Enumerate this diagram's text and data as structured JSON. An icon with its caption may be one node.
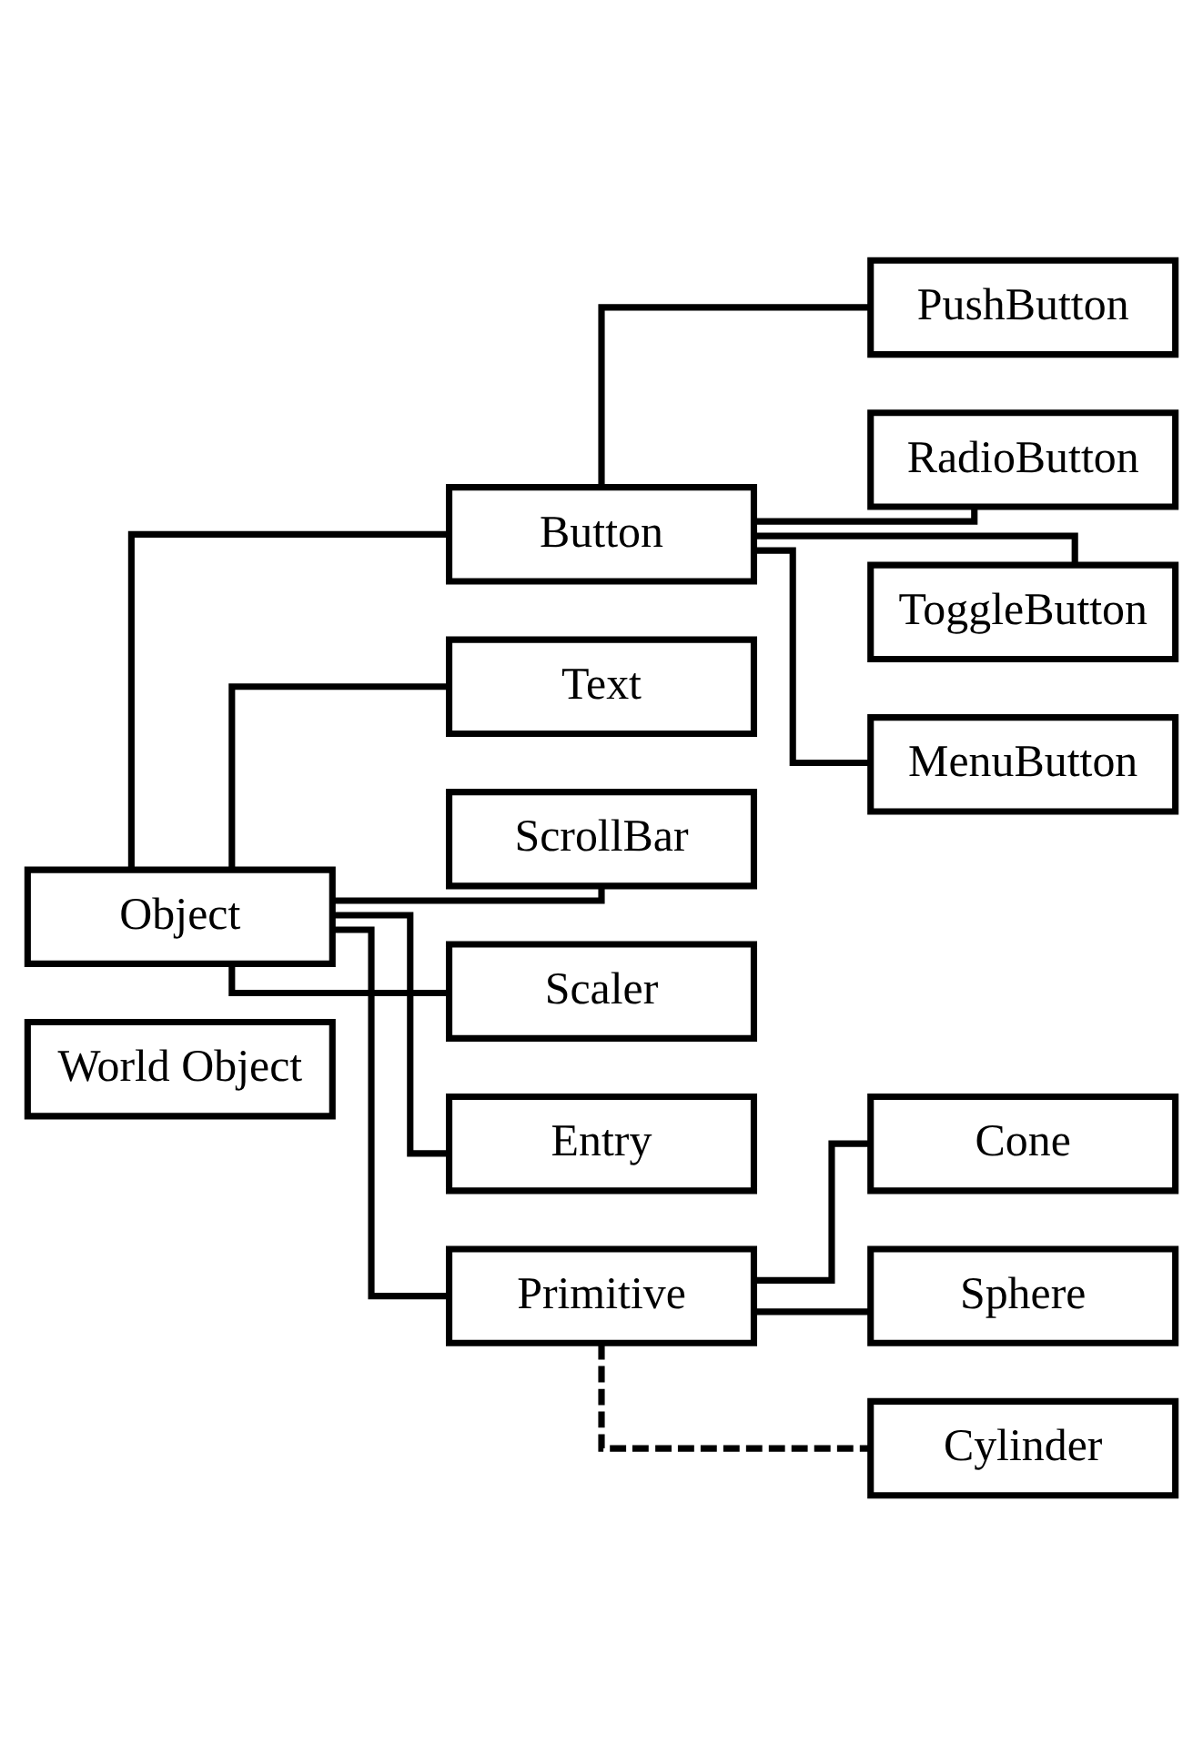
{
  "diagram": {
    "nodes": [
      {
        "text": [
          "Object"
        ]
      },
      {
        "text": [
          "Button"
        ]
      },
      {
        "text": [
          "PushButton"
        ]
      },
      {
        "text": [
          "RadioButton"
        ]
      },
      {
        "text": [
          "ToggleButton"
        ]
      },
      {
        "text": [
          "MenuButton"
        ]
      },
      {
        "text": [
          "Text"
        ]
      },
      {
        "text": [
          "ScrollBar"
        ]
      },
      {
        "text": [
          "Scaler"
        ]
      },
      {
        "text": [
          "Entry"
        ]
      },
      {
        "text": [
          "Primitive"
        ]
      },
      {
        "text": [
          "Cone"
        ]
      },
      {
        "text": [
          "Sphere"
        ]
      },
      {
        "text": [
          "Cylinder"
        ]
      },
      {
        "text": [
          "World Object"
        ]
      }
    ],
    "edges": [
      {
        "from": 0,
        "to": 1,
        "arrow": "none"
      },
      {
        "from": 1,
        "to": 2,
        "arrow": "none"
      },
      {
        "from": 1,
        "to": 3,
        "arrow": "none"
      },
      {
        "from": 1,
        "to": 4,
        "arrow": "none"
      },
      {
        "from": 1,
        "to": 5,
        "arrow": "none"
      },
      {
        "from": 0,
        "to": 6,
        "arrow": "none"
      },
      {
        "from": 0,
        "to": 7,
        "arrow": "none"
      },
      {
        "from": 0,
        "to": 8,
        "arrow": "none"
      },
      {
        "from": 0,
        "to": 9,
        "arrow": "none"
      },
      {
        "from": 0,
        "to": 10,
        "arrow": "none"
      },
      {
        "from": 10,
        "to": 11,
        "arrow": "none"
      },
      {
        "from": 10,
        "to": 12,
        "arrow": "none"
      },
      {
        "from": 10,
        "to": 13,
        "arrow": "none",
        "style": "dashed"
      }
    ]
  }
}
